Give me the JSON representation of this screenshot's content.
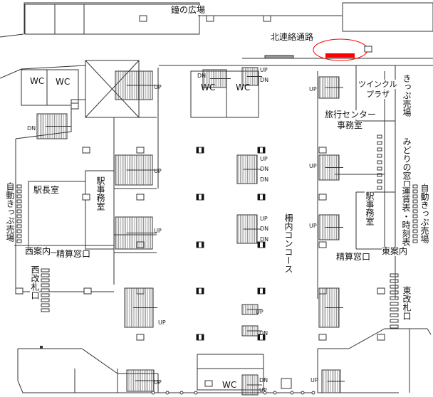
{
  "title": "駅構内図",
  "highlight_color": "#ff0000",
  "labels": {
    "bell_plaza": "鐘の広場",
    "north_passage": "北連絡通路",
    "twinkle_plaza_1": "ツインクル",
    "twinkle_plaza_2": "プラザ",
    "ticket_office_n": "きっぷ売場",
    "midori_window": "みどりの窓口",
    "travel_center_1": "旅行センター",
    "travel_center_2": "事務室",
    "station_master": "駅長室",
    "station_office_w": "駅事務室",
    "station_office_e": "駅事務室",
    "auto_ticket_w": "自動きっぷ売場",
    "auto_ticket_e": "自動きっぷ売場",
    "fare_board": "運賃表・時刻表",
    "west_info": "西案内",
    "east_info": "東案内",
    "fare_adjust_w": "精算窓口",
    "fare_adjust_e": "精算窓口",
    "west_gate": "西改札口",
    "east_gate": "東改札口",
    "concourse": "柵内コンコース",
    "wc": "WC"
  },
  "stairs": {
    "up": "UP",
    "down": "DN"
  }
}
